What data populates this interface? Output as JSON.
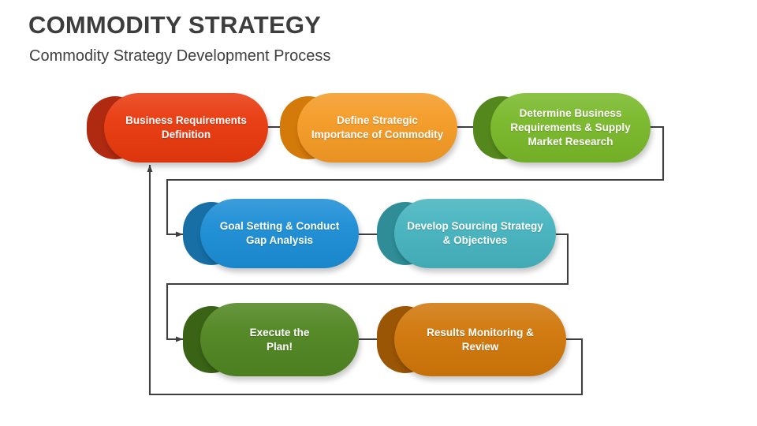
{
  "header": {
    "title": "COMMODITY STRATEGY",
    "subtitle": "Commodity Strategy Development Process"
  },
  "colors": {
    "title_text": "#3d3d3d",
    "subtitle_text": "#3f3f3f",
    "background": "#ffffff",
    "connector": "#3f3f3f",
    "node_text": "#ffffff"
  },
  "diagram": {
    "type": "process-flow",
    "orientation": "serpentine-with-feedback-loop",
    "rows": 3,
    "node_count": 7,
    "nodes": [
      {
        "id": "step-1",
        "order": 1,
        "label": "Business Requirements\nDefinition",
        "lines": [
          "Business Requirements",
          "Definition"
        ],
        "fill": "#E8380D",
        "shadow_fill": "#B02A11",
        "row": 1,
        "column": 1
      },
      {
        "id": "step-2",
        "order": 2,
        "label": "Define Strategic\nImportance of Commodity",
        "lines": [
          "Define Strategic",
          "Importance of Commodity"
        ],
        "fill": "#F49A25",
        "shadow_fill": "#D47A0B",
        "row": 1,
        "column": 2
      },
      {
        "id": "step-3",
        "order": 3,
        "label": "Determine Business\nRequirements & Supply\nMarket Research",
        "lines": [
          "Determine Business",
          "Requirements & Supply",
          "Market Research"
        ],
        "fill": "#78B829",
        "shadow_fill": "#55881C",
        "row": 1,
        "column": 3
      },
      {
        "id": "step-4",
        "order": 4,
        "label": "Goal Setting & Conduct\nGap Analysis",
        "lines": [
          "Goal Setting & Conduct",
          "Gap Analysis"
        ],
        "fill": "#1B8DD5",
        "shadow_fill": "#176FA6",
        "row": 2,
        "column": 1
      },
      {
        "id": "step-5",
        "order": 5,
        "label": "Develop Sourcing Strategy\n& Objectives",
        "lines": [
          "Develop Sourcing Strategy",
          "& Objectives"
        ],
        "fill": "#45B3BE",
        "shadow_fill": "#2E8D97",
        "row": 2,
        "column": 2
      },
      {
        "id": "step-6",
        "order": 6,
        "label": "Execute the\nPlan!",
        "lines": [
          "Execute the",
          "Plan!"
        ],
        "fill": "#4F8520",
        "shadow_fill": "#3A6316",
        "row": 3,
        "column": 1
      },
      {
        "id": "step-7",
        "order": 7,
        "label": "Results Monitoring &\nReview",
        "lines": [
          "Results Monitoring &",
          "Review"
        ],
        "fill": "#D07609",
        "shadow_fill": "#9A5505",
        "row": 3,
        "column": 2
      }
    ],
    "connectors": [
      {
        "from": "step-1",
        "to": "step-2",
        "kind": "straight",
        "arrow": false
      },
      {
        "from": "step-2",
        "to": "step-3",
        "kind": "straight",
        "arrow": false
      },
      {
        "from": "step-3",
        "to": "step-4",
        "kind": "elbow-wrap",
        "arrow": true
      },
      {
        "from": "step-4",
        "to": "step-5",
        "kind": "straight",
        "arrow": false
      },
      {
        "from": "step-5",
        "to": "step-6",
        "kind": "elbow-wrap",
        "arrow": true
      },
      {
        "from": "step-6",
        "to": "step-7",
        "kind": "straight",
        "arrow": false
      },
      {
        "from": "step-7",
        "to": "step-1",
        "kind": "feedback-loop",
        "arrow": true
      }
    ]
  }
}
